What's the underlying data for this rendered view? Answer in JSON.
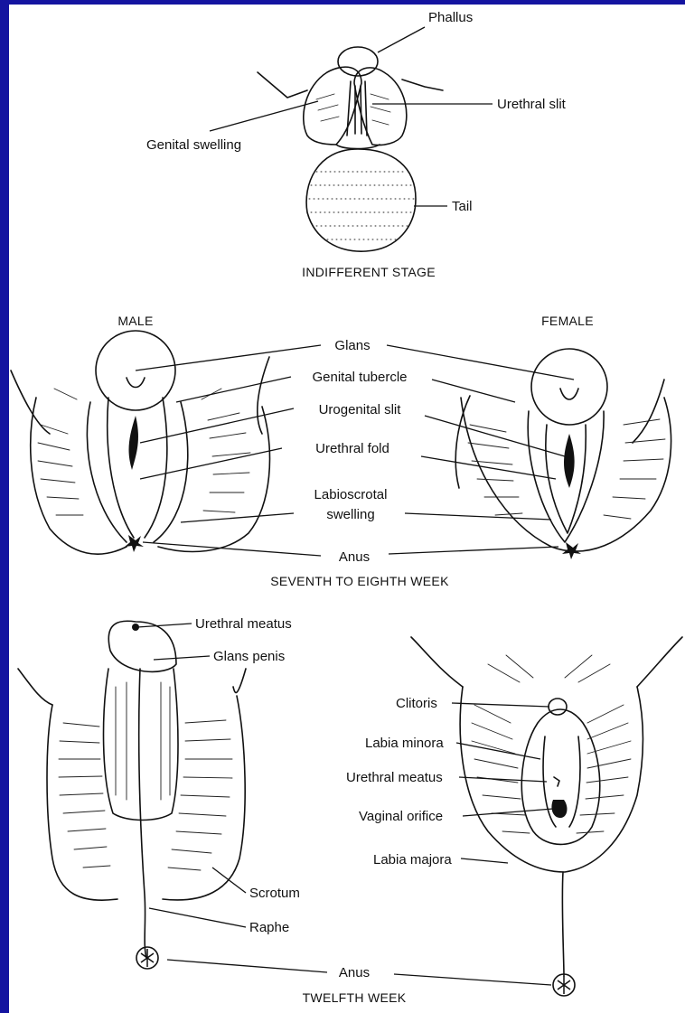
{
  "stages": {
    "indifferent": "INDIFFERENT STAGE",
    "seventh_eighth": "SEVENTH TO EIGHTH WEEK",
    "twelfth": "TWELFTH WEEK"
  },
  "sex_headers": {
    "male": "MALE",
    "female": "FEMALE"
  },
  "indifferent_labels": {
    "phallus": "Phallus",
    "urethral_slit": "Urethral slit",
    "genital_swelling": "Genital swelling",
    "tail": "Tail"
  },
  "week7_labels": {
    "glans": "Glans",
    "genital_tubercle": "Genital tubercle",
    "urogenital_slit": "Urogenital slit",
    "urethral_fold": "Urethral fold",
    "labioscrotal_line1": "Labioscrotal",
    "labioscrotal_line2": "swelling",
    "anus": "Anus"
  },
  "male12_labels": {
    "urethral_meatus": "Urethral meatus",
    "glans_penis": "Glans penis",
    "scrotum": "Scrotum",
    "raphe": "Raphe",
    "anus": "Anus"
  },
  "female12_labels": {
    "clitoris": "Clitoris",
    "labia_minora": "Labia minora",
    "urethral_meatus": "Urethral meatus",
    "vaginal_orifice": "Vaginal orifice",
    "labia_majora": "Labia majora"
  },
  "colors": {
    "frame": "#1414a0",
    "paper": "#ffffff",
    "ink": "#111111"
  }
}
